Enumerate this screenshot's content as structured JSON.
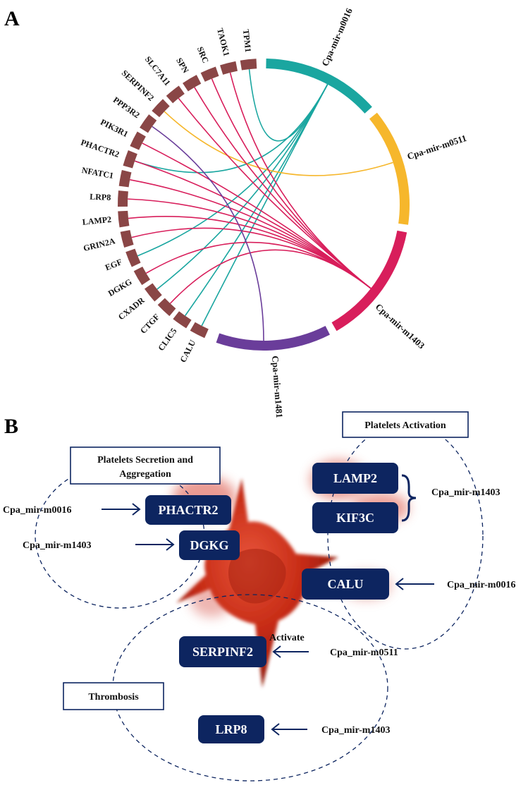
{
  "panel_a": {
    "letter": "A",
    "mirnas": [
      {
        "label": "Cpa-mir-m0016",
        "color": "#1aa6a0"
      },
      {
        "label": "Cpa-mir-m0511",
        "color": "#f6b72c"
      },
      {
        "label": "Cpa-mir-m1403",
        "color": "#d81e5b"
      },
      {
        "label": "Cpa-mir-m1481",
        "color": "#6a3d9a"
      }
    ],
    "gene_color": "#8a4646",
    "genes": [
      "TPM1",
      "TAOK1",
      "SRC",
      "SPN",
      "SLC7A11",
      "SERPINF2",
      "PPP3R2",
      "PIK3R1",
      "PHACTR2",
      "NFATC1",
      "LRP8",
      "LAMP2",
      "GRIN2A",
      "EGF",
      "DGKG",
      "CXADR",
      "CTGF",
      "CLIC5",
      "CALU"
    ],
    "links": [
      {
        "mir": 0,
        "gene": "TPM1"
      },
      {
        "mir": 0,
        "gene": "PHACTR2"
      },
      {
        "mir": 0,
        "gene": "EGF"
      },
      {
        "mir": 0,
        "gene": "CLIC5"
      },
      {
        "mir": 0,
        "gene": "CALU"
      },
      {
        "mir": 0,
        "gene": "CXADR"
      },
      {
        "mir": 1,
        "gene": "SERPINF2"
      },
      {
        "mir": 2,
        "gene": "TAOK1"
      },
      {
        "mir": 2,
        "gene": "SRC"
      },
      {
        "mir": 2,
        "gene": "SPN"
      },
      {
        "mir": 2,
        "gene": "SLC7A11"
      },
      {
        "mir": 2,
        "gene": "PIK3R1"
      },
      {
        "mir": 2,
        "gene": "PHACTR2"
      },
      {
        "mir": 2,
        "gene": "NFATC1"
      },
      {
        "mir": 2,
        "gene": "LRP8"
      },
      {
        "mir": 2,
        "gene": "LAMP2"
      },
      {
        "mir": 2,
        "gene": "GRIN2A"
      },
      {
        "mir": 2,
        "gene": "DGKG"
      },
      {
        "mir": 2,
        "gene": "CTGF"
      },
      {
        "mir": 3,
        "gene": "PPP3R2"
      }
    ]
  },
  "panel_b": {
    "letter": "B",
    "groups": {
      "secretion": "Platelets Secretion and Aggregation",
      "secretion_l1": "Platelets Secretion and",
      "secretion_l2": "Aggregation",
      "activation": "Platelets Activation",
      "thrombosis": "Thrombosis"
    },
    "genes": {
      "phactr2": "PHACTR2",
      "dgkg": "DGKG",
      "lamp2": "LAMP2",
      "kif3c": "KIF3C",
      "calu": "CALU",
      "serpinf2": "SERPINF2",
      "lrp8": "LRP8"
    },
    "mir_labels": {
      "m0016_left": "Cpa_mir-m0016",
      "m1403_left": "Cpa_mir-m1403",
      "m1403_activation": "Cpa_mir-m1403",
      "m0016_right": "Cpa_mir-m0016",
      "m0511": "Cpa_mir-m0511",
      "m1403_lrp8": "Cpa_mir-m1403"
    },
    "activate_label": "Activate",
    "gene_box_color": "#0d2560",
    "cell_color": "#c62b15"
  }
}
